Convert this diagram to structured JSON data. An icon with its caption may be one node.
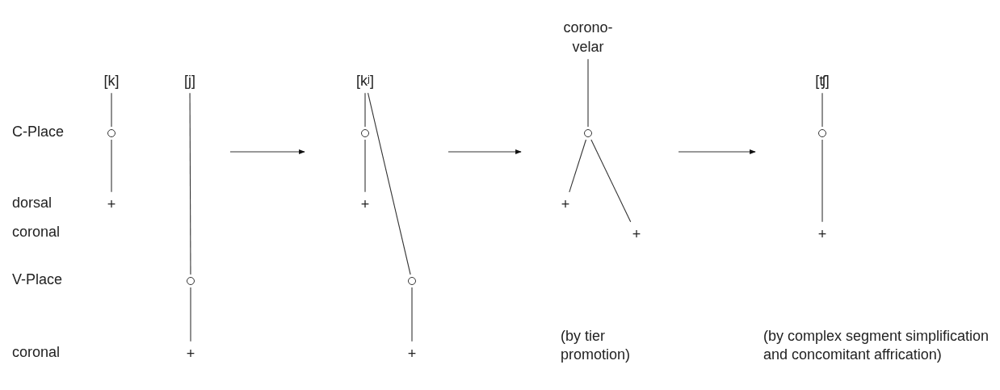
{
  "diagram": {
    "nodes": [
      {
        "text": [
          "[k]"
        ]
      },
      {
        "text": [],
        "shape": "circle"
      },
      {
        "text": [
          "+"
        ]
      },
      {
        "text": [
          "[j]"
        ]
      },
      {
        "text": [],
        "shape": "circle"
      },
      {
        "text": [
          "+"
        ]
      },
      {
        "text": [
          "[kʲ]"
        ]
      },
      {
        "text": [],
        "shape": "circle"
      },
      {
        "text": [
          "+"
        ]
      },
      {
        "text": [],
        "shape": "circle"
      },
      {
        "text": [
          "+"
        ]
      },
      {
        "text": [
          "corono- velar"
        ]
      },
      {
        "text": [],
        "shape": "circle"
      },
      {
        "text": [
          "+"
        ]
      },
      {
        "text": [
          "+"
        ]
      },
      {
        "text": [
          "[ʧ]"
        ]
      },
      {
        "text": [],
        "shape": "circle"
      },
      {
        "text": [
          "+"
        ]
      }
    ],
    "edges": [
      {
        "from": 0,
        "to": 1,
        "arrow": "none"
      },
      {
        "from": 1,
        "to": 2,
        "arrow": "none"
      },
      {
        "from": 3,
        "to": 4,
        "arrow": "none"
      },
      {
        "from": 4,
        "to": 5,
        "arrow": "none"
      },
      {
        "from": 6,
        "to": 7,
        "arrow": "none"
      },
      {
        "from": 7,
        "to": 8,
        "arrow": "none"
      },
      {
        "from": 6,
        "to": 9,
        "arrow": "none"
      },
      {
        "from": 9,
        "to": 10,
        "arrow": "none"
      },
      {
        "from": 11,
        "to": 12,
        "arrow": "none"
      },
      {
        "from": 12,
        "to": 13,
        "arrow": "none"
      },
      {
        "from": 12,
        "to": 14,
        "arrow": "none"
      },
      {
        "from": 15,
        "to": 16,
        "arrow": "none"
      },
      {
        "from": 16,
        "to": 17,
        "arrow": "none"
      }
    ],
    "labels": [
      "C-Place",
      "dorsal",
      "coronal",
      "V-Place",
      "coronal",
      "(by tier promotion)",
      "(by complex segment simplification and concomitant affrication)"
    ]
  }
}
